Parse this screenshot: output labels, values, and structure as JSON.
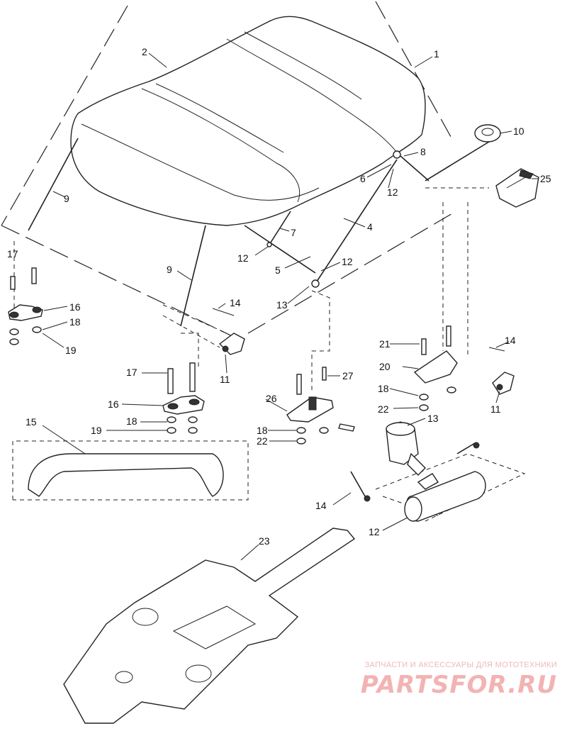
{
  "labels": [
    "1",
    "2",
    "4",
    "5",
    "6",
    "7",
    "8",
    "9",
    "10",
    "11",
    "12",
    "13",
    "14",
    "15",
    "16",
    "17",
    "18",
    "19",
    "20",
    "21",
    "22",
    "23",
    "25",
    "26",
    "27"
  ],
  "watermark": {
    "caption": "ЗАПЧАСТИ И АКСЕССУАРЫ ДЛЯ МОТОТЕХНИКИ",
    "logo": "PARTSFOR.RU"
  },
  "colors": {
    "ink": "#222222",
    "watermark": "#f3b3b3"
  }
}
